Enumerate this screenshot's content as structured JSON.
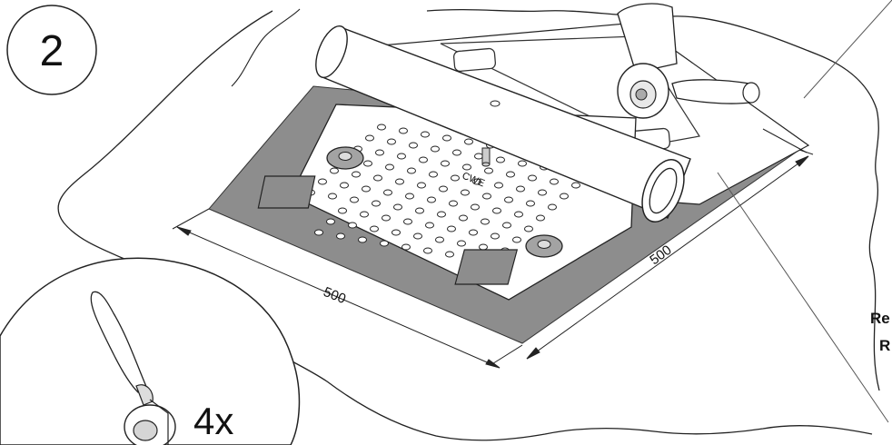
{
  "step_number": "2",
  "dimensions": {
    "width": "500",
    "depth": "500"
  },
  "plate_marking": "CWE",
  "detail_callout": {
    "quantity": "4x"
  },
  "right_labels": {
    "line1": "Re",
    "line2": "R"
  }
}
